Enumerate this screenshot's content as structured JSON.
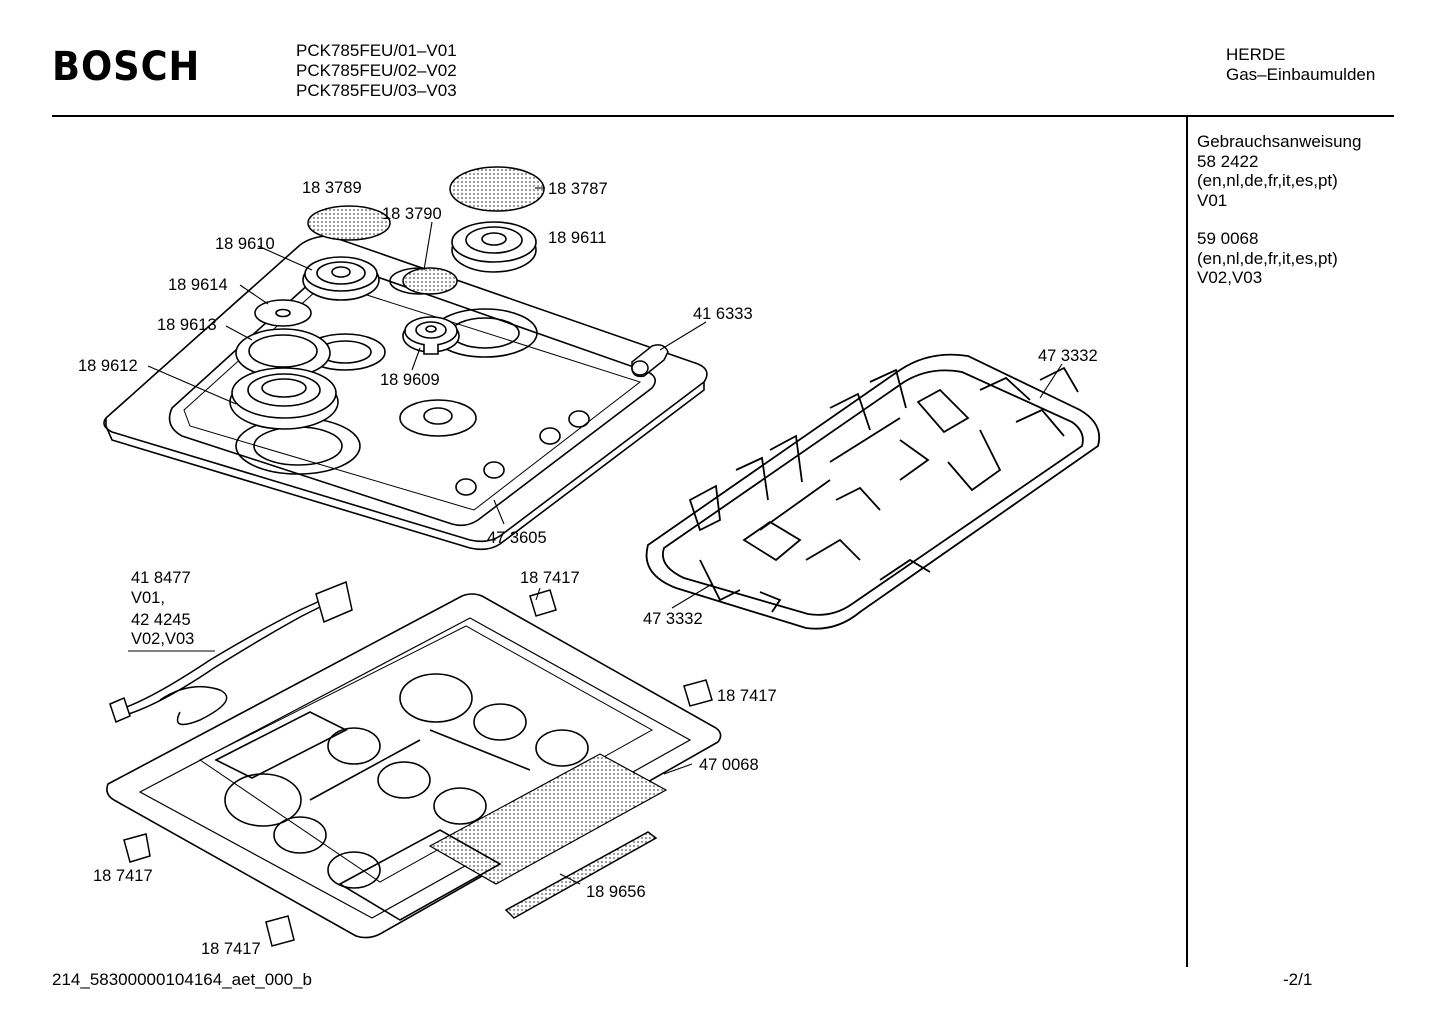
{
  "header": {
    "brand": "BOSCH",
    "models": [
      "PCK785FEU/01–V01",
      "PCK785FEU/02–V02",
      "PCK785FEU/03–V03"
    ],
    "category": [
      "HERDE",
      "Gas–Einbaumulden"
    ]
  },
  "sidebar": {
    "manual_title": "Gebrauchsanweisung",
    "manuals": [
      {
        "number": "58 2422",
        "languages": "(en,nl,de,fr,it,es,pt)",
        "variant": "V01"
      },
      {
        "number": "59 0068",
        "languages": "(en,nl,de,fr,it,es,pt)",
        "variant": "V02,V03"
      }
    ]
  },
  "parts": {
    "p183789": "18 3789",
    "p183787": "18 3787",
    "p183790": "18 3790",
    "p189610": "18 9610",
    "p189611": "18 9611",
    "p189614": "18 9614",
    "p189613": "18 9613",
    "p416333": "41 6333",
    "p189612": "18 9612",
    "p189609": "18 9609",
    "p473332a": "47 3332",
    "p473605": "47 3605",
    "cable": [
      "41 8477",
      "V01,",
      "42 4245",
      "V02,V03"
    ],
    "p187417a": "18 7417",
    "p473332b": "47 3332",
    "p187417b": "18 7417",
    "p470068": "47 0068",
    "p187417c": "18 7417",
    "p189656": "18 9656",
    "p187417d": "18 7417"
  },
  "footer": {
    "doc_id": "214_58300000104164_aet_000_b",
    "page": "-2/1"
  }
}
